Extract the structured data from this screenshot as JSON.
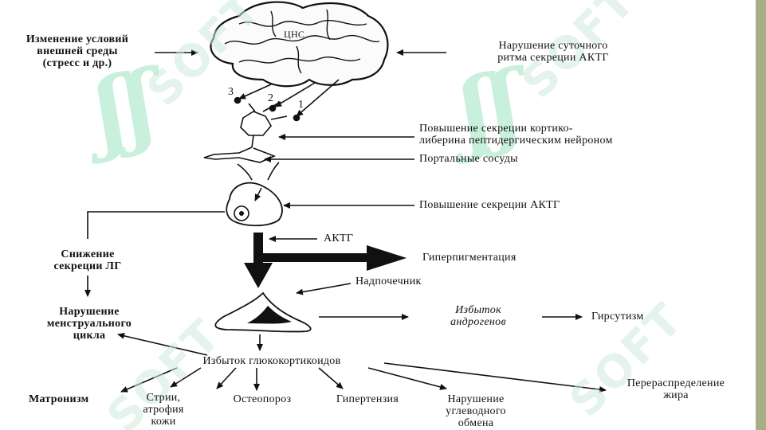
{
  "diagram": {
    "cns": "ЦНС",
    "num1": "1",
    "num2": "2",
    "num3": "3",
    "stress": "Изменение условий\nвнешней среды\n(стресс и др.)",
    "rhythm": "Нарушение суточного\nритма секреции АКТГ",
    "crh": "Повышение секреции кортико-\nлиберина пептидергическим нейроном",
    "portal": "Портальные сосуды",
    "acth_up": "Повышение секреции АКТГ",
    "lh": "Снижение\nсекреции ЛГ",
    "acth": "АКТГ",
    "hyperpig": "Гиперпигментация",
    "adrenal": "Надпочечник",
    "menstrual": "Нарушение\nменструального\nцикла",
    "androgens": "Избыток\nандрогенов",
    "hirsutism": "Гирсутизм",
    "gluco": "Избыток глюкокортикоидов",
    "fat": "Перераспределение\nжира",
    "matronism": "Матронизм",
    "striae": "Стрии,\nатрофия\nкожи",
    "osteo": "Остеопороз",
    "hypertension": "Гипертензия",
    "carb": "Нарушение\nуглеводного\nобмена"
  },
  "watermarks": [
    "SOFT",
    "SOFT",
    "SOFT",
    "SOFT"
  ],
  "colors": {
    "background": "#a7ae86",
    "paper": "#ffffff",
    "watermark": "#bfeed6",
    "ink": "#111111"
  }
}
